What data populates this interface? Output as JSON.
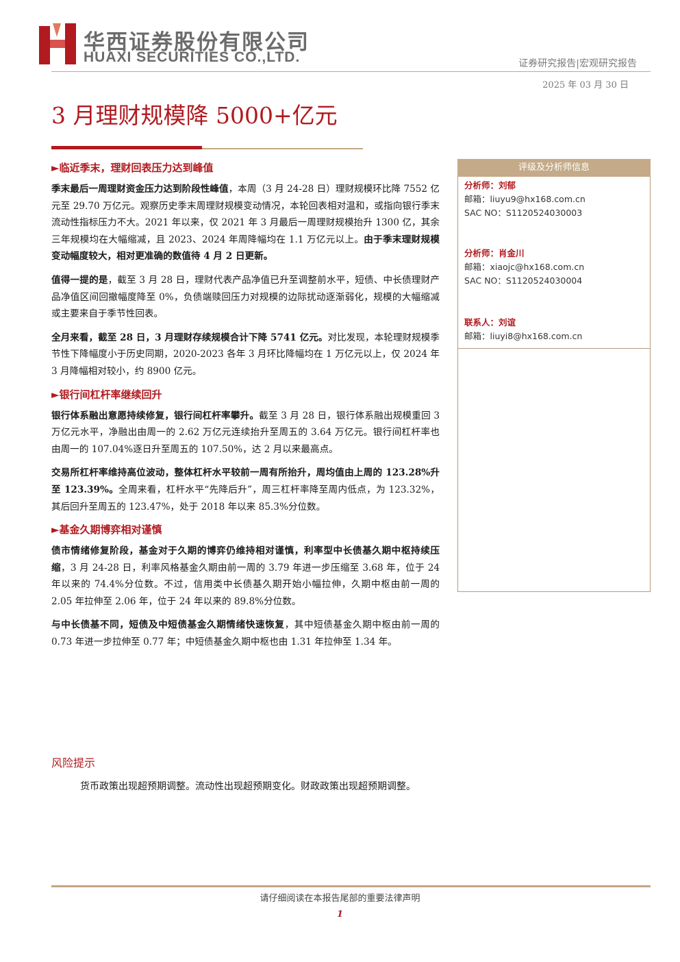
{
  "header": {
    "company_cn": "华西证券股份有限公司",
    "company_en": "HUAXI SECURITIES CO.,LTD.",
    "report_type": "证券研究报告|宏观研究报告",
    "date": "2025 年 03 月 30 日",
    "brand_color": "#b11a1f",
    "accent_color": "#c2a784"
  },
  "title": "3 月理财规模降 5000+亿元",
  "sections": [
    {
      "heading": "►临近季末，理财回表压力达到峰值",
      "paragraphs": [
        {
          "bold_lead": "季末最后一周理财资金压力达到阶段性峰值",
          "text": "，本周（3 月 24-28 日）理财规模环比降 7552 亿元至 29.70 万亿元。观察历史季末周理财规模变动情况，本轮回表相对温和，或指向银行季末流动性指标压力不大。2021 年以来，仅 2021 年 3 月最后一周理财规模抬升 1300 亿，其余三年规模均在大幅缩减，且 2023、2024 年周降幅均在 1.1 万亿元以上。",
          "bold_tail": "由于季末理财规模变动幅度较大，相对更准确的数值待 4 月 2 日更新。"
        },
        {
          "bold_lead": "值得一提的是",
          "text": "，截至 3 月 28 日，理财代表产品净值已升至调整前水平，短债、中长债理财产品净值区间回撤幅度降至 0%，负债端赎回压力对规模的边际扰动逐渐弱化，规模的大幅缩减或主要来自于季节性回表。",
          "bold_tail": ""
        },
        {
          "bold_lead": "全月来看，截至 28 日，3 月理财存续规模合计下降 5741 亿元。",
          "text": "对比发现，本轮理财规模季节性下降幅度小于历史同期，2020-2023 各年 3 月环比降幅均在 1 万亿元以上，仅 2024 年 3 月降幅相对较小，约 8900 亿元。",
          "bold_tail": ""
        }
      ]
    },
    {
      "heading": "►银行间杠杆率继续回升",
      "paragraphs": [
        {
          "bold_lead": "银行体系融出意愿持续修复，银行间杠杆率攀升。",
          "text": "截至 3 月 28 日，银行体系融出规模重回 3 万亿元水平，净融出由周一的 2.62 万亿元连续抬升至周五的 3.64 万亿元。银行间杠杆率也由周一的 107.04%逐日升至周五的 107.50%，达 2 月以来最高点。",
          "bold_tail": ""
        },
        {
          "bold_lead": "交易所杠杆率维持高位波动，整体杠杆水平较前一周有所抬升，周均值由上周的 123.28%升至 123.39%。",
          "text": "全周来看，杠杆水平“先降后升”，周三杠杆率降至周内低点，为 123.32%，其后回升至周五的 123.47%，处于 2018 年以来 85.3%分位数。",
          "bold_tail": ""
        }
      ]
    },
    {
      "heading": "►基金久期博弈相对谨慎",
      "paragraphs": [
        {
          "bold_lead": "债市情绪修复阶段，基金对于久期的博弈仍维持相对谨慎，利率型中长债基久期中枢持续压缩",
          "text": "，3 月 24-28 日，利率风格基金久期由前一周的 3.79 年进一步压缩至 3.68 年，位于 24 年以来的 74.4%分位数。不过，信用类中长债基久期开始小幅拉伸，久期中枢由前一周的 2.05 年拉伸至 2.06 年，位于 24 年以来的 89.8%分位数。",
          "bold_tail": ""
        },
        {
          "bold_lead": "与中长债基不同，短债及中短债基金久期情绪快速恢复",
          "text": "，其中短债基金久期中枢由前一周的 0.73 年进一步拉伸至 0.77 年；中短债基金久期中枢也由 1.31 年拉伸至 1.34 年。",
          "bold_tail": ""
        }
      ]
    }
  ],
  "risk": {
    "heading": "风险提示",
    "text": "货币政策出现超预期调整。流动性出现超预期变化。财政政策出现超预期调整。"
  },
  "sidebar": {
    "heading": "评级及分析师信息",
    "analysts": [
      {
        "name": "分析师：刘郁",
        "email": "邮箱：liuyu9@hx168.com.cn",
        "sac": "SAC NO：S1120524030003"
      },
      {
        "name": "分析师：肖金川",
        "email": "邮箱：xiaojc@hx168.com.cn",
        "sac": "SAC NO：S1120524030004"
      }
    ],
    "contact": {
      "name": "联系人：刘谊",
      "email": "邮箱：liuyi8@hx168.com.cn"
    }
  },
  "footer": {
    "note": "请仔细阅读在本报告尾部的重要法律声明",
    "page": "1"
  }
}
